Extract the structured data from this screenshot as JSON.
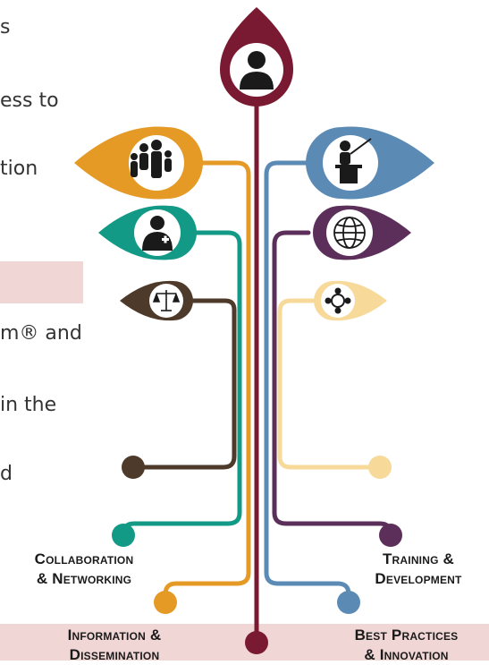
{
  "fragments": [
    "s",
    "ess to",
    "tion",
    "m® and",
    "in the",
    "d"
  ],
  "labels": {
    "collab": [
      "Collaboration",
      "& Networking"
    ],
    "info": [
      "Information &",
      "Dissemination"
    ],
    "training": [
      "Training &",
      "Development"
    ],
    "best": [
      "Best Practices",
      "& Innovation"
    ]
  },
  "icons": {
    "root": "person-icon",
    "family": "family-icon",
    "doctor": "doctor-icon",
    "justice": "scales-of-justice-icon",
    "teacher": "teacher-podium-icon",
    "globe": "globe-icon",
    "network": "network-icon"
  },
  "colors": {
    "maroon": "#7a1a32",
    "orange": "#e59a26",
    "teal": "#139a86",
    "brown": "#4e3a2a",
    "blue": "#5b8bb5",
    "purple": "#5b2f5a",
    "sand": "#f7d99a",
    "pink": "#f0d6d4"
  }
}
